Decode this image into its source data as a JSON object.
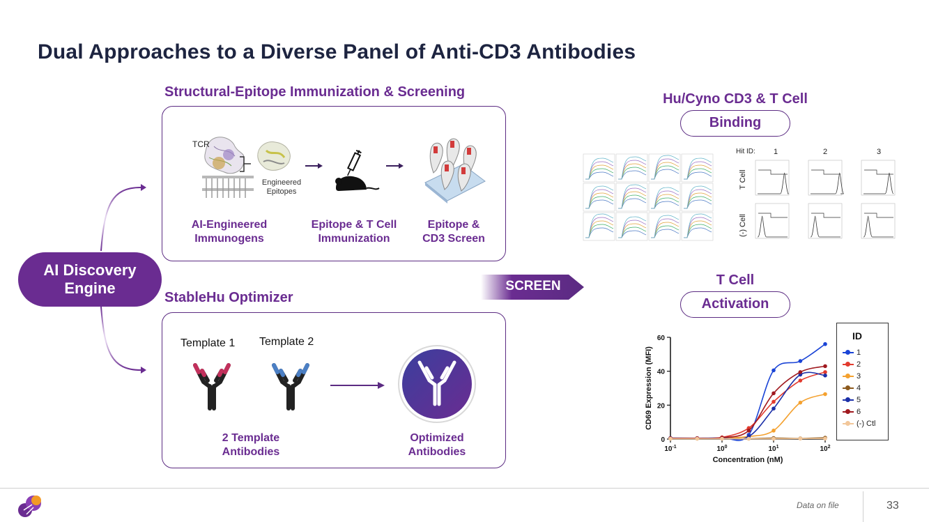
{
  "title": "Dual Approaches to a Diverse Panel of Anti-CD3 Antibodies",
  "engine_label": "AI Discovery Engine",
  "top_section": {
    "title": "Structural-Epitope Immunization & Screening",
    "tcr_label": "TCR",
    "epitopes_label": "Engineered Epitopes",
    "steps": [
      "AI-Engineered Immunogens",
      "Epitope & T Cell Immunization",
      "Epitope & CD3 Screen"
    ]
  },
  "bottom_section": {
    "title": "StableHu Optimizer",
    "template1": "Template 1",
    "template2": "Template 2",
    "left_caption": "2 Template Antibodies",
    "right_caption": "Optimized Antibodies"
  },
  "screen_label": "SCREEN",
  "binding": {
    "heading": "Hu/Cyno CD3 & T Cell",
    "pill": "Binding",
    "hit_id_label": "Hit ID:",
    "hit_ids": [
      "1",
      "2",
      "3"
    ],
    "row_labels": [
      "T Cell",
      "(-) Cell"
    ]
  },
  "activation": {
    "heading": "T Cell",
    "pill": "Activation"
  },
  "chart_data": {
    "type": "scatter",
    "xlabel": "Concentration (nM)",
    "ylabel": "CD69 Expression (MFI)",
    "x_scale": "log",
    "xlim": [
      0.1,
      100
    ],
    "ylim": [
      0,
      60
    ],
    "x_tick_labels": [
      "10-1",
      "100",
      "101",
      "102"
    ],
    "y_ticks": [
      0,
      20,
      40,
      60
    ],
    "legend_title": "ID",
    "legend_placement": "right",
    "x": [
      0.1,
      0.33,
      1,
      3.3,
      10,
      33,
      100
    ],
    "series": [
      {
        "name": "1",
        "color": "#1a44d6",
        "values": [
          0.5,
          0.5,
          0.8,
          2.5,
          40.5,
          46,
          56
        ]
      },
      {
        "name": "2",
        "color": "#e23b2e",
        "values": [
          0.5,
          0.5,
          1,
          6.5,
          22,
          34.5,
          39.5
        ]
      },
      {
        "name": "3",
        "color": "#f4a12f",
        "values": [
          0.3,
          0.3,
          0.5,
          1.5,
          5,
          21.5,
          26.5
        ]
      },
      {
        "name": "4",
        "color": "#8c5a1e",
        "values": [
          0.4,
          0.3,
          0.4,
          0.3,
          0.6,
          0.4,
          0.8
        ]
      },
      {
        "name": "5",
        "color": "#1b2fa8",
        "values": [
          0.6,
          0.5,
          0.5,
          1.5,
          18,
          38,
          37.5
        ]
      },
      {
        "name": "6",
        "color": "#a0191f",
        "values": [
          0.5,
          0.5,
          0.8,
          5,
          27,
          39.5,
          43
        ]
      },
      {
        "name": "(-) Ctl",
        "color": "#f2c79a",
        "values": [
          0.2,
          0.2,
          0.2,
          0.2,
          0.2,
          0.3,
          0.3
        ]
      }
    ]
  },
  "footer": {
    "note": "Data on file",
    "page": "33"
  },
  "colors": {
    "brand_purple": "#6a2c91",
    "title_navy": "#1d2440"
  }
}
